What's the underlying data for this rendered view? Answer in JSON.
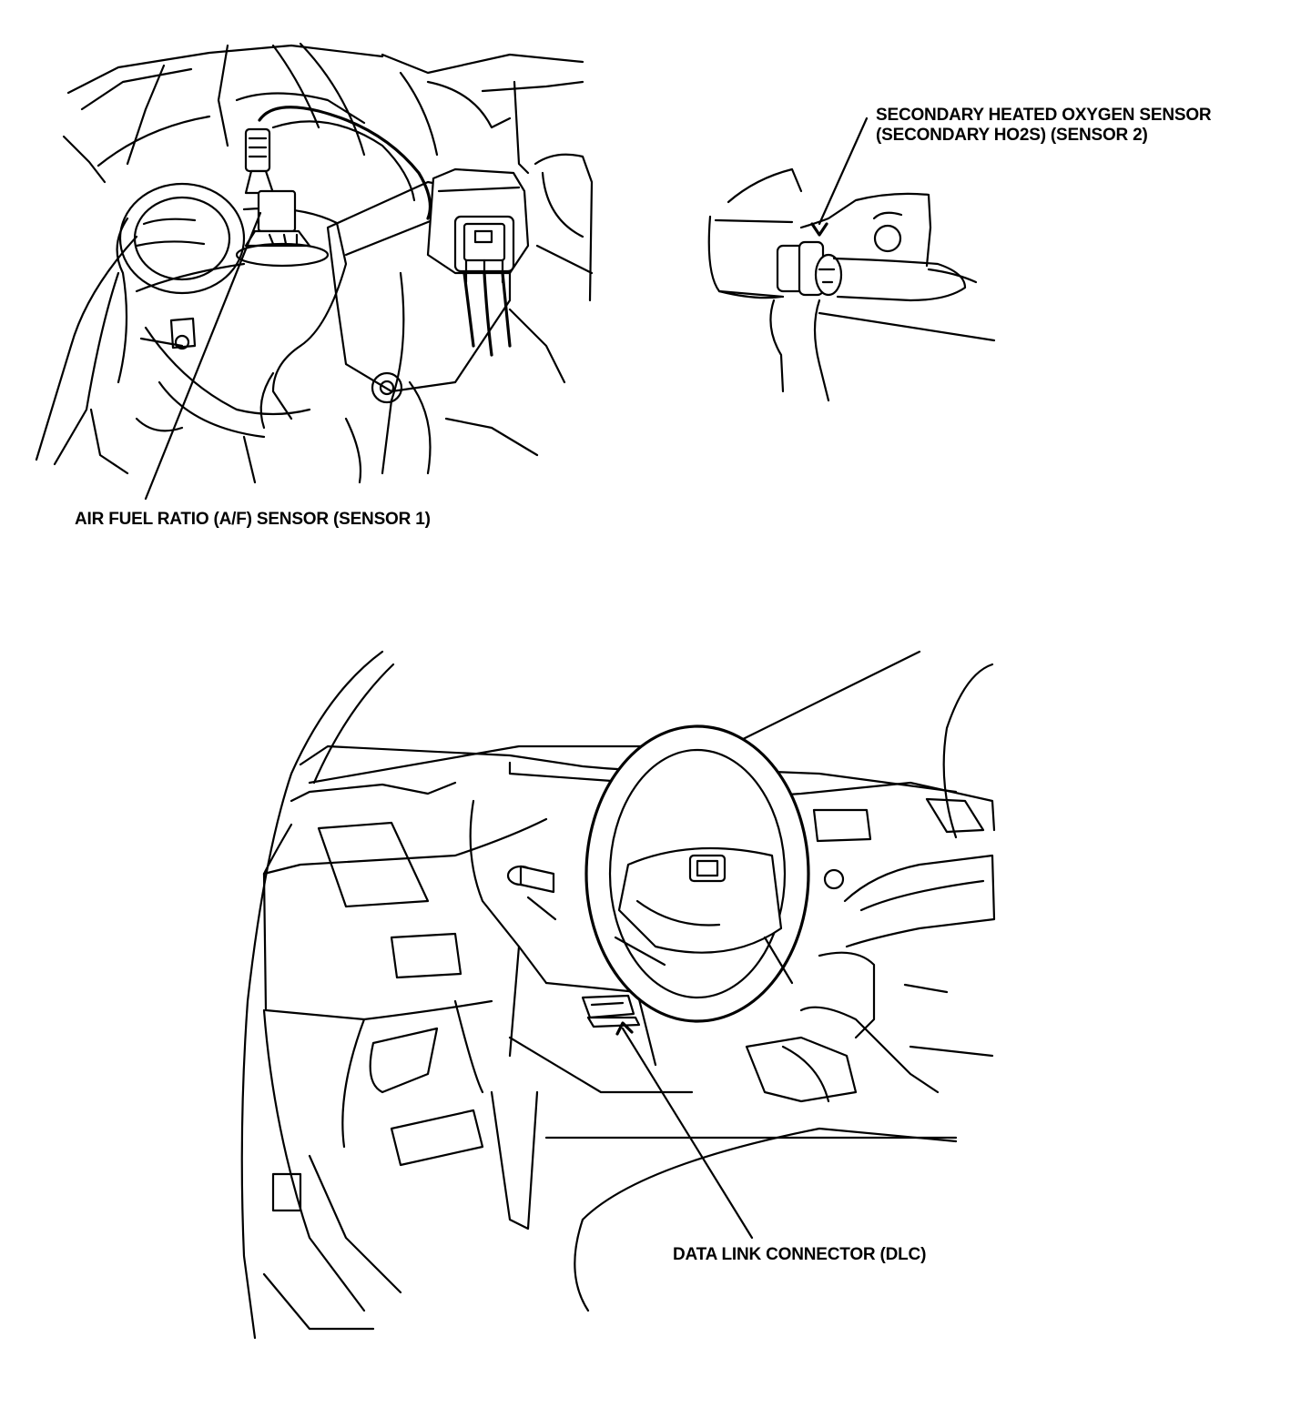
{
  "labels": {
    "af_sensor": "AIR FUEL RATIO (A/F) SENSOR (SENSOR 1)",
    "ho2s_line1": "SECONDARY HEATED OXYGEN SENSOR",
    "ho2s_line2": "(SECONDARY HO2S) (SENSOR 2)",
    "dlc": "DATA LINK CONNECTOR (DLC)"
  },
  "colors": {
    "line": "#000000",
    "background": "#ffffff"
  }
}
